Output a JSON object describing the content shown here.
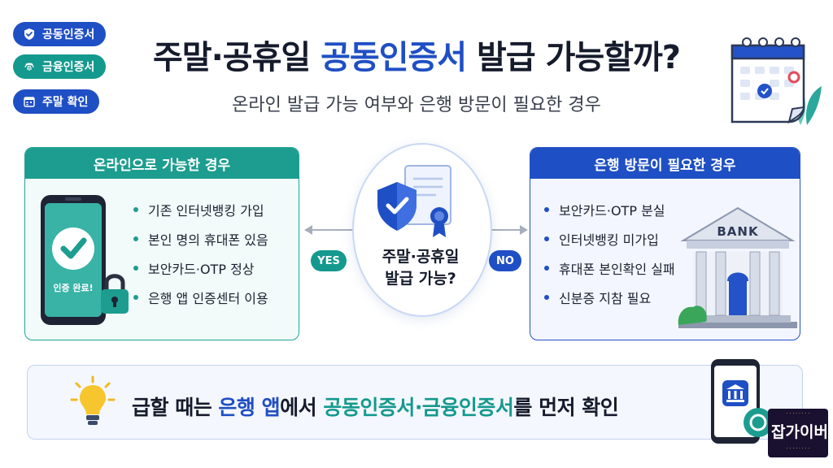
{
  "tags": [
    {
      "label": "공동인증서",
      "icon": "shield-check-icon",
      "color": "#1f4fc4"
    },
    {
      "label": "금융인증서",
      "icon": "fingerprint-icon",
      "color": "#14998e"
    },
    {
      "label": "주말 확인",
      "icon": "calendar-icon",
      "color": "#1f4fc4"
    }
  ],
  "header": {
    "title_part1": "주말·공휴일 ",
    "title_highlight": "공동인증서",
    "title_part2": " 발급 가능할까?",
    "subtitle": "온라인 발급 가능 여부와 은행 방문이 필요한 경우"
  },
  "left_panel": {
    "title": "온라인으로 가능한 경우",
    "phone_label": "인증 완료!",
    "items": [
      "기존 인터넷뱅킹 가입",
      "본인 명의 휴대폰 있음",
      "보안카드·OTP 정상",
      "은행 앱 인증센터 이용"
    ]
  },
  "center": {
    "question_line1": "주말·공휴일",
    "question_line2": "발급 가능?",
    "yes_label": "YES",
    "no_label": "NO"
  },
  "right_panel": {
    "title": "은행 방문이 필요한 경우",
    "bank_sign": "BANK",
    "items": [
      "보안카드·OTP 분실",
      "인터넷뱅킹 미가입",
      "휴대폰 본인확인 실패",
      "신분증 지참 필요"
    ]
  },
  "tip": {
    "part1": "급할 때는 ",
    "bank_app": "은행 앱",
    "part2": "에서 ",
    "certs": "공동인증서·금융인증서",
    "part3": "를 먼저 확인"
  },
  "watermark": {
    "text": "잡가이버"
  },
  "colors": {
    "blue": "#1f4fc4",
    "teal": "#14998e",
    "dark": "#161b2c"
  }
}
